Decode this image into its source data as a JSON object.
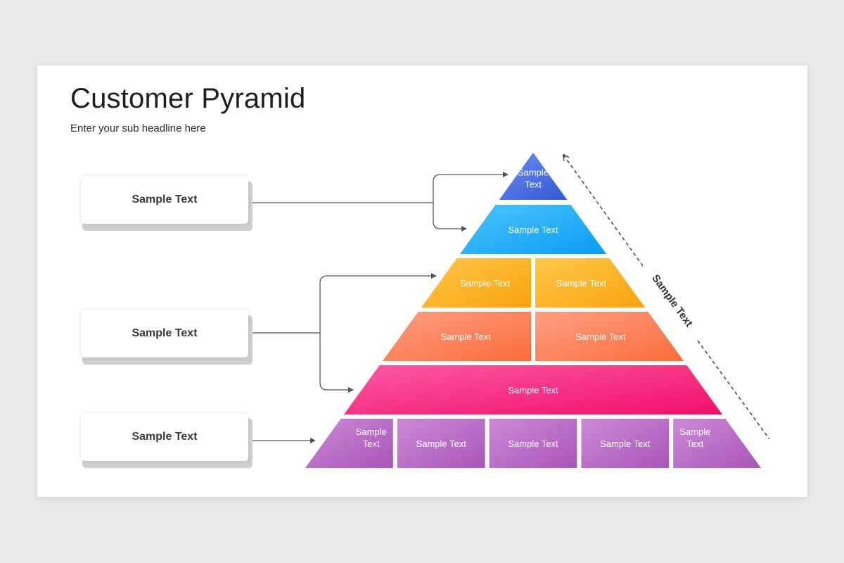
{
  "slide": {
    "title": "Customer Pyramid",
    "subtitle": "Enter your sub headline here"
  },
  "left_labels": [
    "Sample Text",
    "Sample Text",
    "Sample Text"
  ],
  "side_label": "Sample Text",
  "pyramid": {
    "levels": [
      {
        "color_from": "#6a8ef0",
        "color_to": "#3358d4",
        "cells": [
          "Sample Text"
        ]
      },
      {
        "color_from": "#4cc6fb",
        "color_to": "#0a9bf3",
        "cells": [
          "Sample Text"
        ]
      },
      {
        "color_from": "#fdc84a",
        "color_to": "#f9a20d",
        "cells": [
          "Sample Text",
          "Sample Text"
        ]
      },
      {
        "color_from": "#fca083",
        "color_to": "#fb6b3a",
        "cells": [
          "Sample Text",
          "Sample Text"
        ]
      },
      {
        "color_from": "#fc5aa3",
        "color_to": "#f20f6a",
        "cells": [
          "Sample Text"
        ]
      },
      {
        "color_from": "#cc8ad6",
        "color_to": "#a855b8",
        "cells": [
          "Sample Text",
          "Sample Text",
          "Sample Text",
          "Sample Text",
          "Sample Text"
        ]
      }
    ]
  },
  "colors": {
    "connector": "#555555",
    "background": "#e9e8ea",
    "slide": "#ffffff"
  }
}
